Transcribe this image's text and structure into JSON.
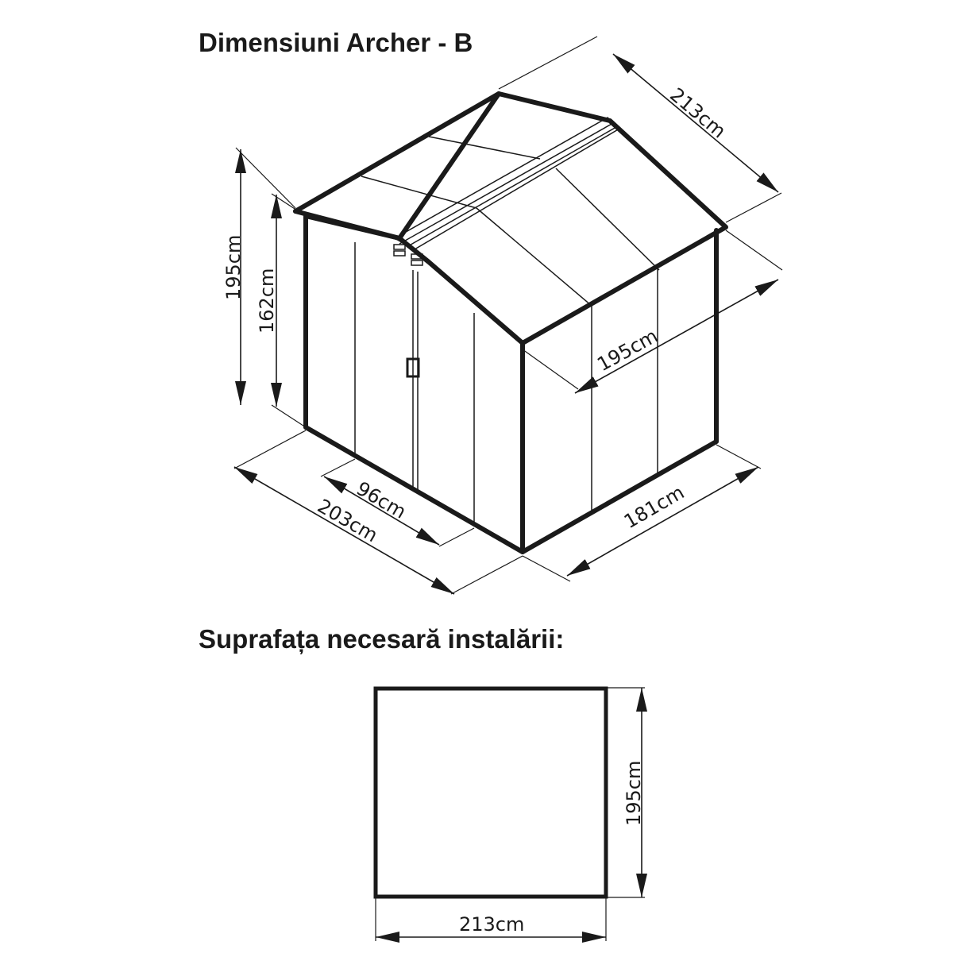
{
  "title": "Dimensiuni Archer - B",
  "subtitle": "Suprafața necesară instalării:",
  "dims": {
    "depth_top": "213cm",
    "height_total": "195cm",
    "height_wall": "162cm",
    "depth_side": "195cm",
    "door_width": "96cm",
    "front_width": "203cm",
    "side_width": "181cm",
    "plan_height": "195cm",
    "plan_width": "213cm"
  },
  "colors": {
    "line": "#1a1a1a",
    "background": "#ffffff"
  }
}
